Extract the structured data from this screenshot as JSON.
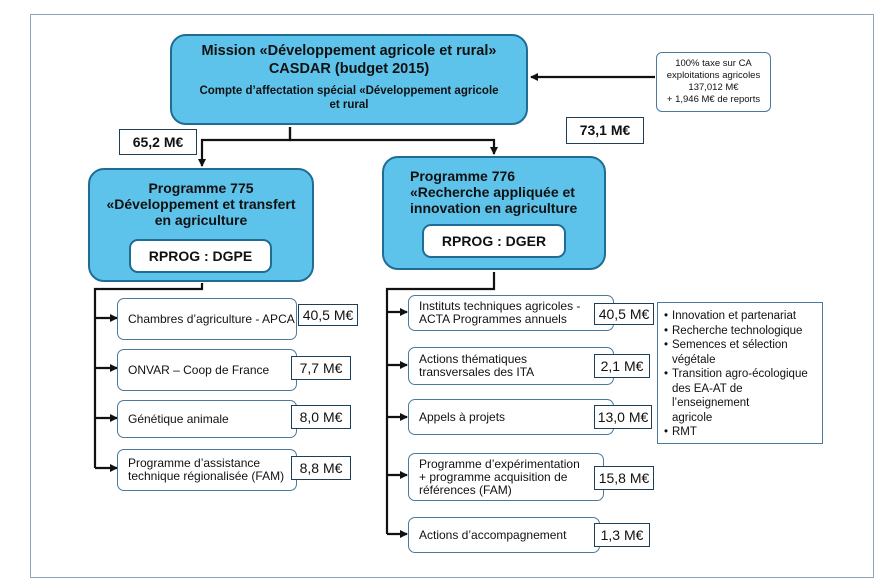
{
  "mission": {
    "title1": "Mission «Développement agricole et rural»",
    "title2": "CASDAR (budget 2015)",
    "subtitle": "Compte d’affectation spécial «Développement agricole\net rural"
  },
  "taxe_note": "100% taxe sur CA\nexploitations agricoles\n137,012 M€\n+ 1,946 M€ de reports",
  "budget_775": "65,2 M€",
  "budget_776": "73,1 M€",
  "programme_775": {
    "title": "Programme 775\n«Développement et transfert\nen agriculture",
    "rprog": "RPROG : DGPE",
    "items": [
      {
        "label": "Chambres d’agriculture - APCA",
        "amount": "40,5 M€"
      },
      {
        "label": "ONVAR – Coop de France",
        "amount": "7,7 M€"
      },
      {
        "label": "Génétique animale",
        "amount": "8,0 M€"
      },
      {
        "label": "Programme d’assistance\ntechnique régionalisée (FAM)",
        "amount": "8,8 M€"
      }
    ]
  },
  "programme_776": {
    "title": "Programme 776\n«Recherche appliquée et\ninnovation en agriculture",
    "rprog": "RPROG : DGER",
    "items": [
      {
        "label": "Instituts techniques agricoles -\nACTA Programmes annuels",
        "amount": "40,5 M€"
      },
      {
        "label": "Actions thématiques\ntransversales des ITA",
        "amount": "2,1 M€"
      },
      {
        "label": "Appels à projets",
        "amount": "13,0 M€"
      },
      {
        "label": "Programme d’expérimentation\n+ programme acquisition de\nréférences (FAM)",
        "amount": "15,8 M€"
      },
      {
        "label": "Actions d’accompagnement",
        "amount": "1,3 M€"
      }
    ]
  },
  "appels_themes": [
    "Innovation et partenariat",
    "Recherche technologique",
    "Semences et sélection\nvégétale",
    "Transition agro-écologique\ndes EA-AT de l’enseignement\nagricole",
    "RMT"
  ]
}
